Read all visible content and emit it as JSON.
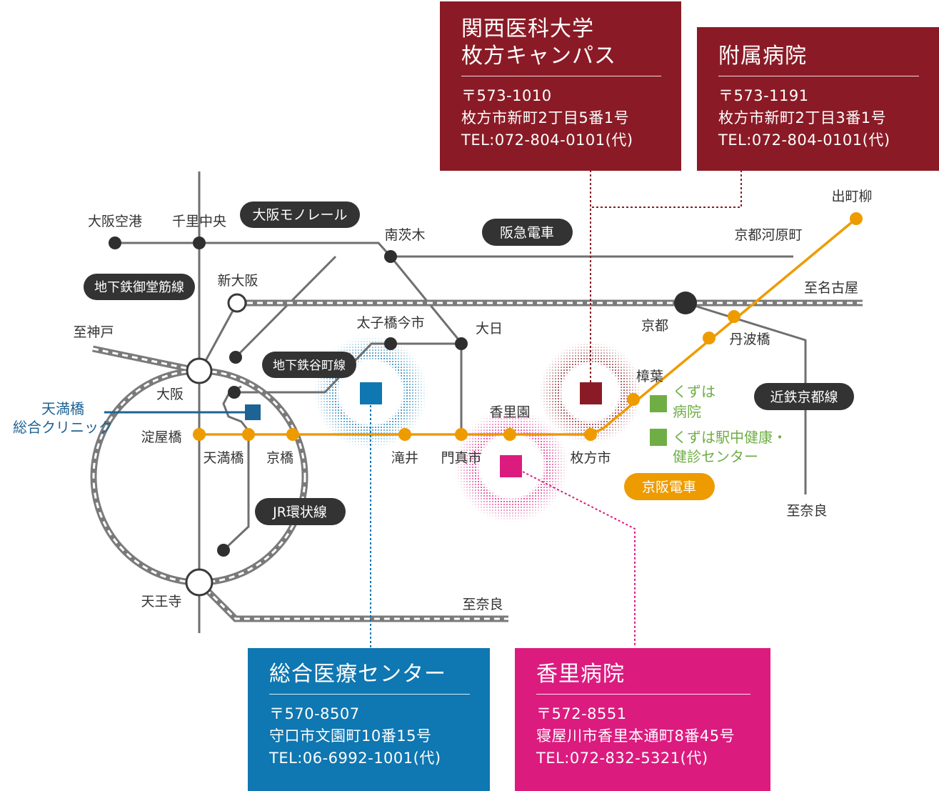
{
  "colors": {
    "keihan": "#ee9b00",
    "rail": "#6f6f6f",
    "label_bg": "#333333",
    "kanidai": "#8a1b26",
    "sogo": "#0f77b1",
    "kori": "#dc1b7f",
    "kuzuha": "#6fae45",
    "tenmabashi": "#1e6395"
  },
  "cards": {
    "kanidai": {
      "title_1": "関西医科大学",
      "title_2": "枚方キャンパス",
      "postal": "〒573-1010",
      "address": "枚方市新町2丁目5番1号",
      "tel": "TEL:072-804-0101(代)"
    },
    "fuzoku": {
      "title_1": "附属病院",
      "postal": "〒573-1191",
      "address": "枚方市新町2丁目3番1号",
      "tel": "TEL:072-804-0101(代)"
    },
    "sogo": {
      "title_1": "総合医療センター",
      "postal": "〒570-8507",
      "address": "守口市文園町10番15号",
      "tel": "TEL:06-6992-1001(代)"
    },
    "kori": {
      "title_1": "香里病院",
      "postal": "〒572-8551",
      "address": "寝屋川市香里本通町8番45号",
      "tel": "TEL:072-832-5321(代)"
    }
  },
  "line_labels": {
    "monorail": "大阪モノレール",
    "hankyu": "阪急電車",
    "midosuji": "地下鉄御堂筋線",
    "tanimachi": "地下鉄谷町線",
    "kintetsu": "近鉄京都線",
    "jr_loop": "JR環状線",
    "keihan": "京阪電車"
  },
  "stations": {
    "osaka_airport": "大阪空港",
    "senri_chuo": "千里中央",
    "minami_ibaraki": "南茨木",
    "kyoto_kawaramachi": "京都河原町",
    "demachiyanagi": "出町柳",
    "shin_osaka": "新大阪",
    "to_nagoya": "至名古屋",
    "to_kobe": "至神戸",
    "taishibashi": "太子橋今市",
    "dainichi": "大日",
    "kyoto": "京都",
    "tambabashi": "丹波橋",
    "kuzuha": "樟葉",
    "osaka": "大阪",
    "yodoyabashi": "淀屋橋",
    "tenmabashi": "天満橋",
    "kyobashi": "京橋",
    "takii": "滝井",
    "kadoma": "門真市",
    "korien": "香里園",
    "hirakatashi": "枚方市",
    "to_nara_kintetsu": "至奈良",
    "to_nara_jr": "至奈良",
    "tennoji": "天王寺"
  },
  "facilities": {
    "tenmabashi_clinic_1": "天満橋",
    "tenmabashi_clinic_2": "総合クリニック",
    "kuzuha_hospital_1": "くずは",
    "kuzuha_hospital_2": "病院",
    "kuzuha_center_1": "くずは駅中健康・",
    "kuzuha_center_2": "健診センター"
  }
}
